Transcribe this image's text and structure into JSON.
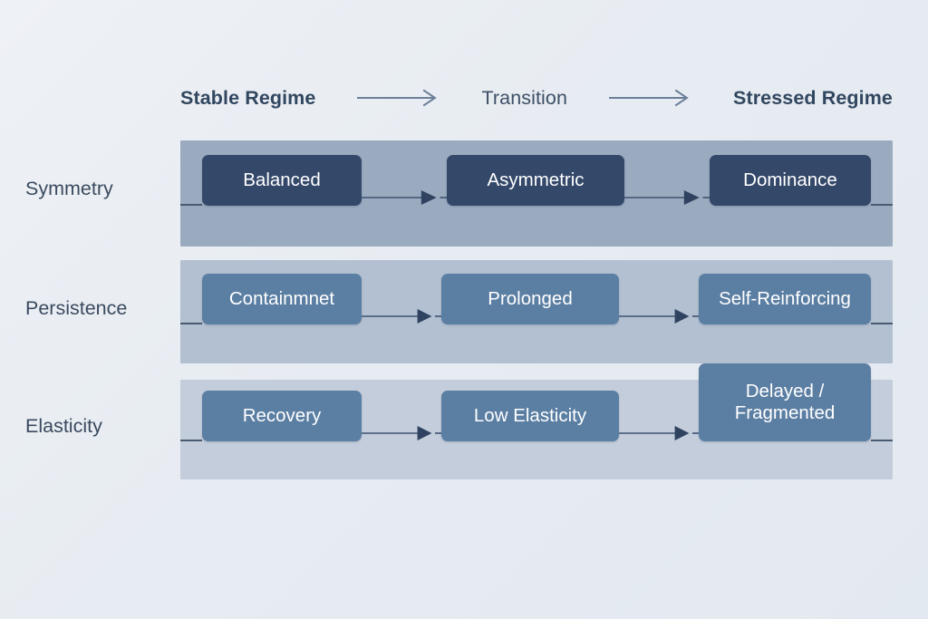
{
  "header": {
    "stages": [
      {
        "label": "Stable Regime",
        "emphasis": "bold"
      },
      {
        "label": "Transition",
        "emphasis": "normal"
      },
      {
        "label": "Stressed Regime",
        "emphasis": "bold"
      }
    ],
    "arrow_icon": "long-right-arrow-icon"
  },
  "rows": [
    {
      "label": "Symmetry",
      "band_color": "#9aabc0",
      "node_color": "#34486a",
      "nodes": [
        {
          "text": "Balanced"
        },
        {
          "text": "Asymmetric"
        },
        {
          "text": "Dominance"
        }
      ]
    },
    {
      "label": "Persistence",
      "band_color": "#b2c0d1",
      "node_color": "#5b7ea3",
      "nodes": [
        {
          "text": "Containmnet"
        },
        {
          "text": "Prolonged"
        },
        {
          "text": "Self-Reinforcing"
        }
      ]
    },
    {
      "label": "Elasticity",
      "band_color": "#c3cddb",
      "node_color": "#5b7ea3",
      "nodes": [
        {
          "text": "Recovery"
        },
        {
          "text": "Low Elasticity"
        },
        {
          "text": "Delayed / Fragmented",
          "line1": "Delayed /",
          "line2": "Fragmented"
        }
      ]
    }
  ],
  "connector_icon": "right-triangle-arrow-icon",
  "colors": {
    "page_background": "#e8edf2",
    "label_text": "#3a4a5e",
    "header_text": "#3d4f66",
    "node_text": "#ffffff",
    "connector_line": "#4a5a70"
  }
}
